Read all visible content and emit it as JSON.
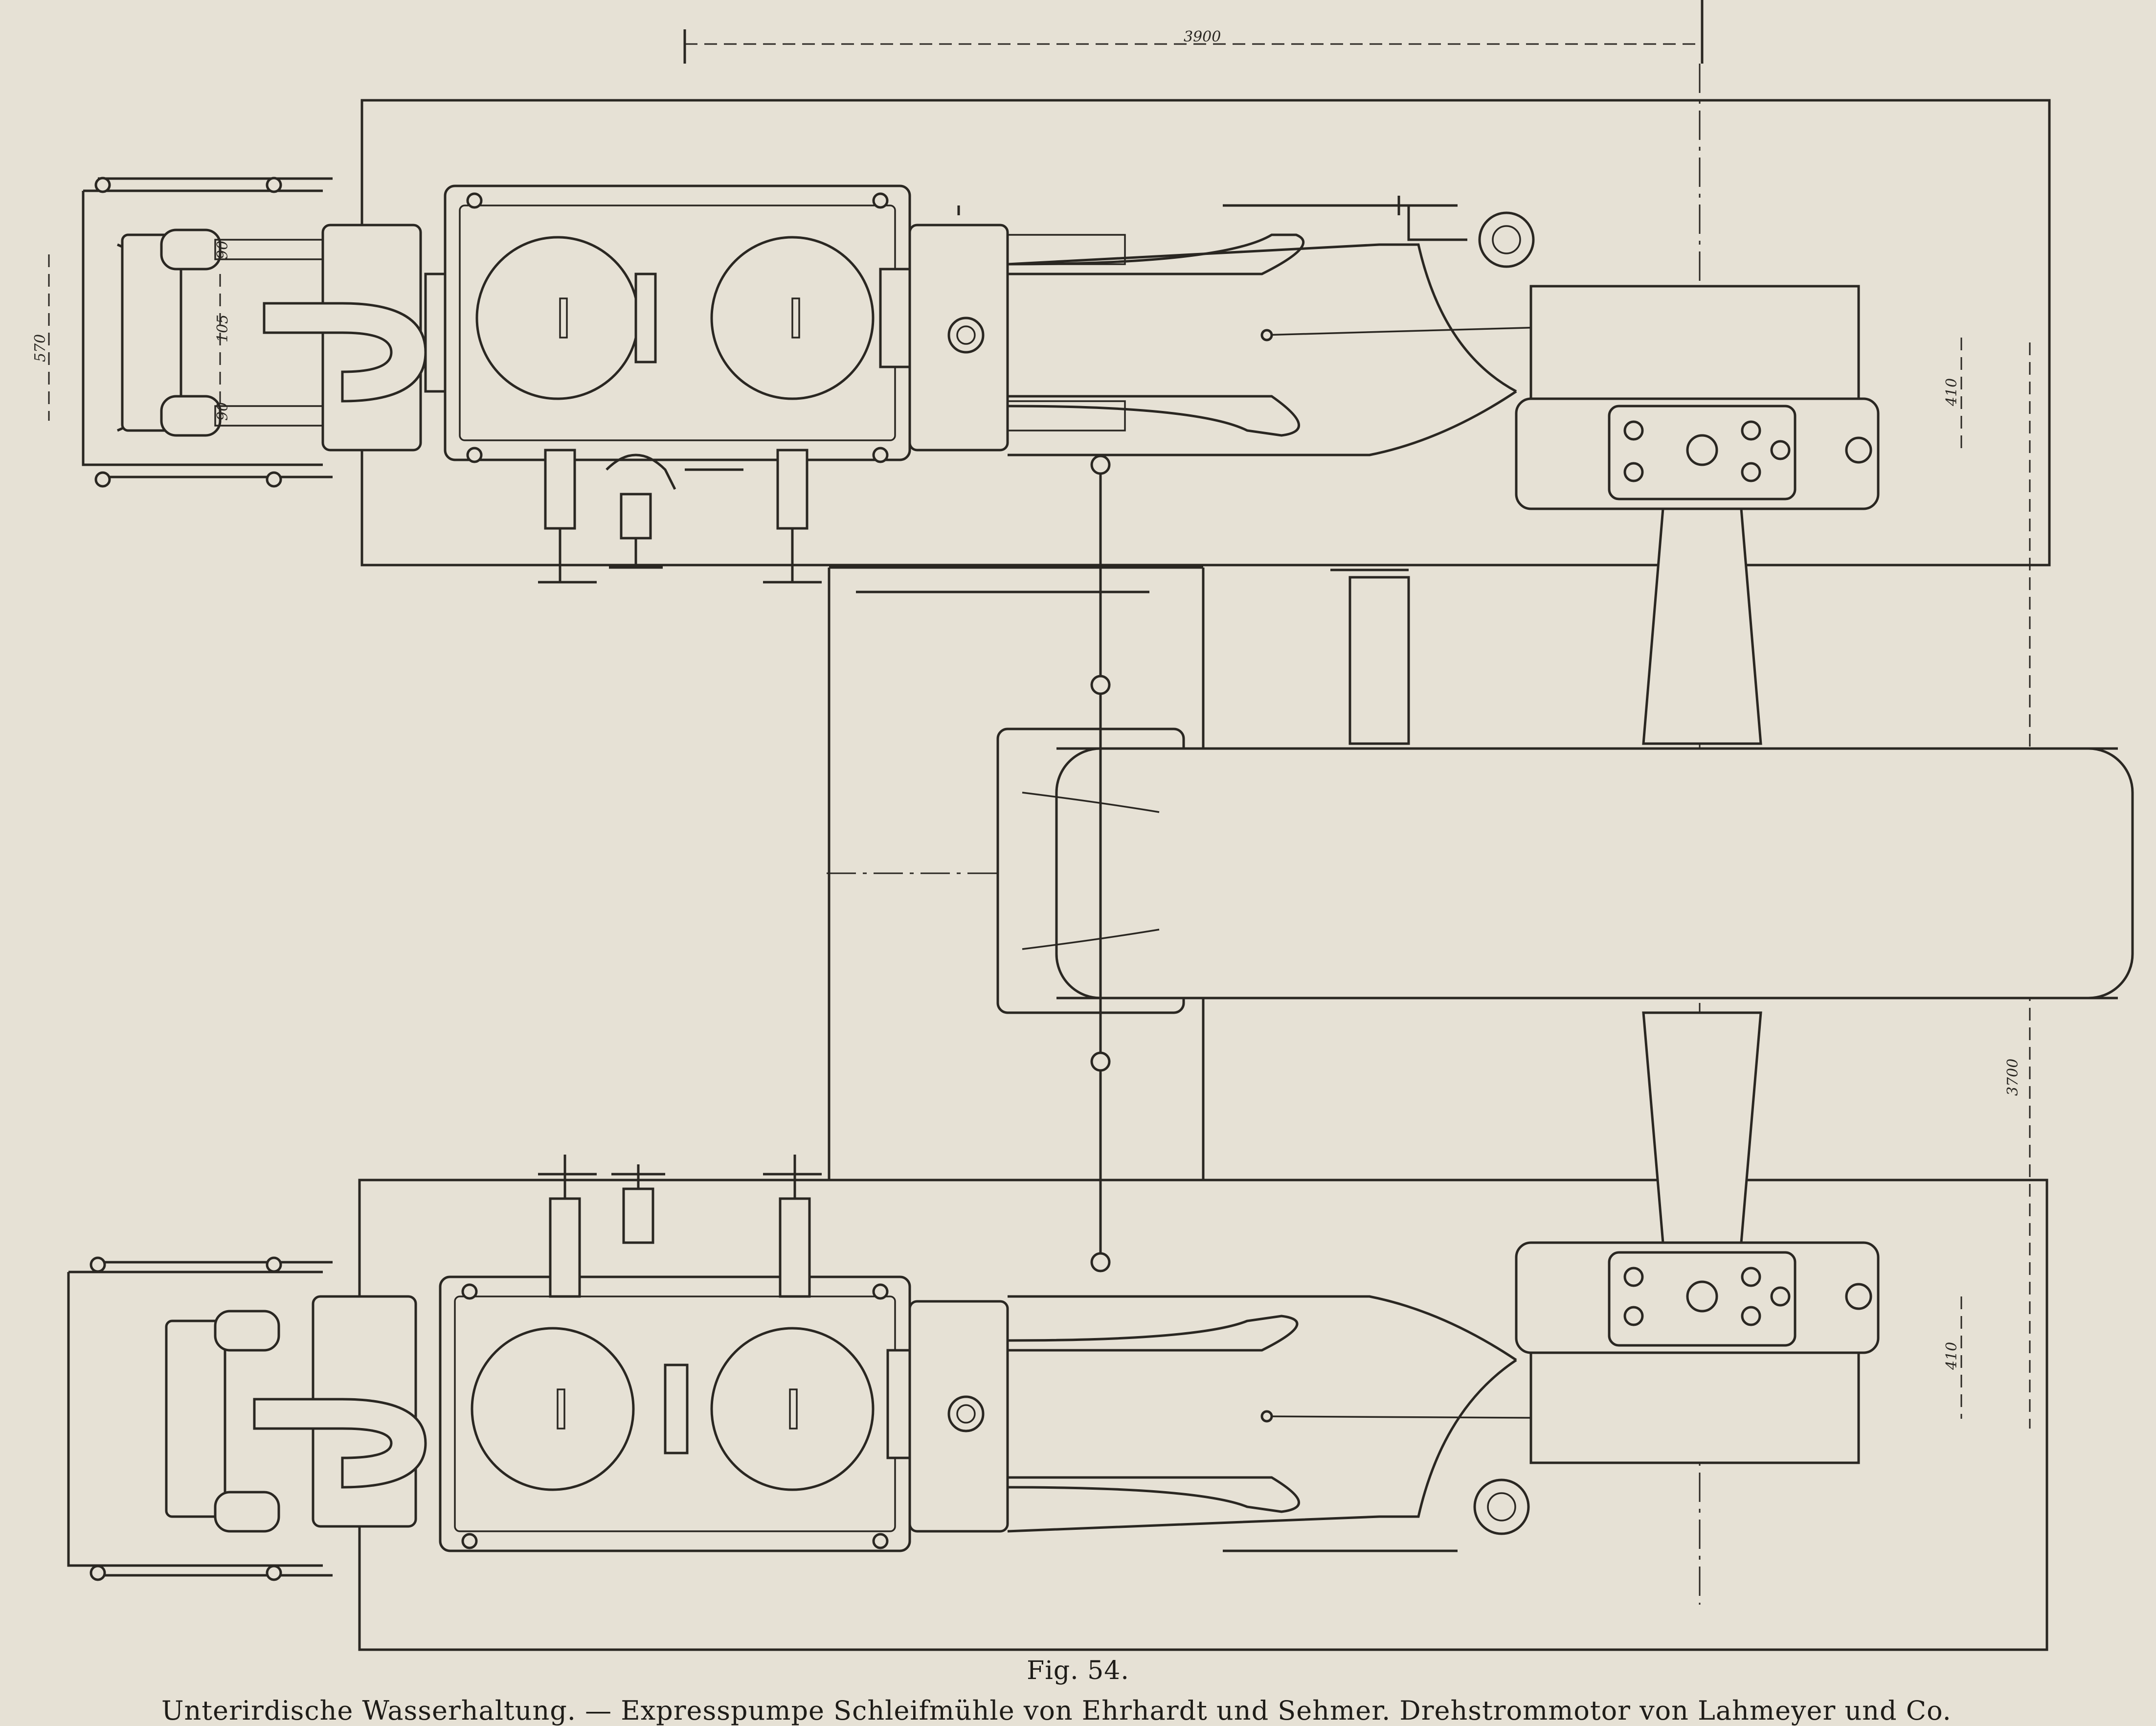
{
  "figure": {
    "caption": "Fig. 54.",
    "subcaption": "Unterirdische Wasserhaltung. — Expresspumpe Schleifmühle von Ehrhardt und Sehmer. Drehstrommotor von Lahmeyer und Co."
  },
  "dimensions": {
    "overall_width": "3900",
    "overall_height": "3700",
    "pump_spacing_top": "410",
    "pump_spacing_bottom": "410",
    "crosshead_guide": "570",
    "plunger_upper": "90",
    "plunger_mid": "105",
    "plunger_lower": "90"
  }
}
